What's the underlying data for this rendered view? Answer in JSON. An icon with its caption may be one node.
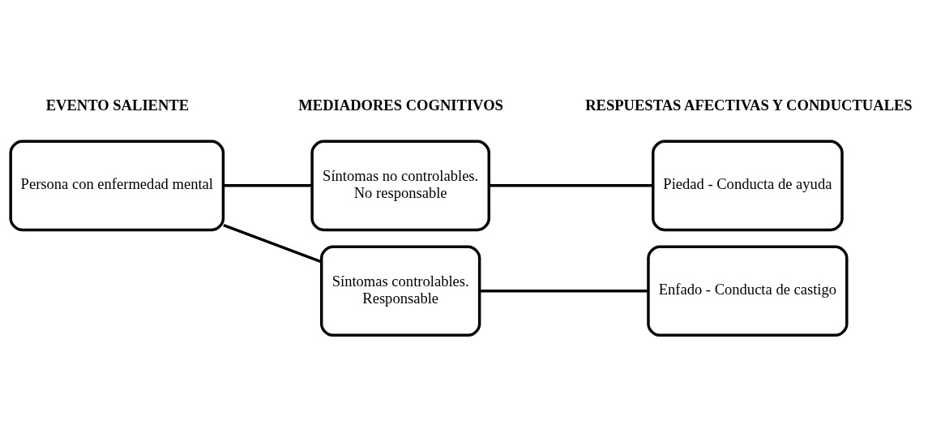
{
  "diagram": {
    "nodes": [
      {
        "text": [
          "Persona con enfermedad mental"
        ]
      },
      {
        "text": [
          "Síntomas no controlables.",
          "No responsable"
        ]
      },
      {
        "text": [
          "Piedad - Conducta de ayuda"
        ]
      },
      {
        "text": [
          "Síntomas controlables.",
          "Responsable"
        ]
      },
      {
        "text": [
          "Enfado - Conducta de castigo"
        ]
      }
    ],
    "edges": [
      {
        "from": 0,
        "to": 1,
        "arrow": "none"
      },
      {
        "from": 0,
        "to": 3,
        "arrow": "none"
      },
      {
        "from": 1,
        "to": 2,
        "arrow": "none"
      },
      {
        "from": 3,
        "to": 4,
        "arrow": "none"
      }
    ],
    "labels": [
      "EVENTO SALIENTE",
      "MEDIADORES COGNITIVOS",
      "RESPUESTAS AFECTIVAS Y CONDUCTUALES"
    ]
  }
}
